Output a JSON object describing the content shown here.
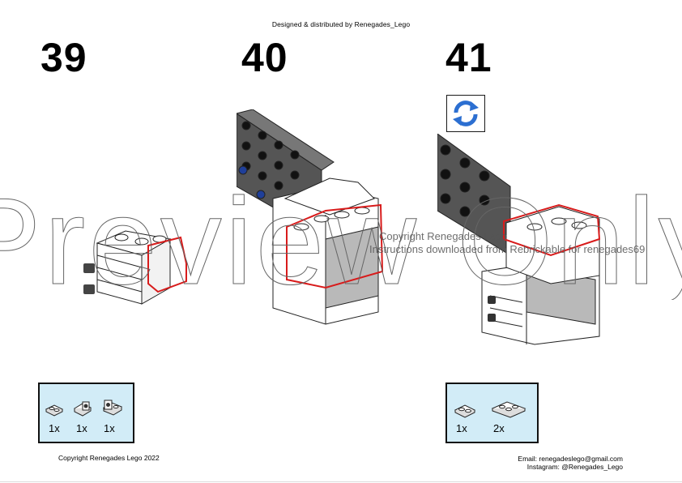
{
  "header": {
    "text": "Designed & distributed by Renegades_Lego"
  },
  "steps": [
    {
      "number": "39"
    },
    {
      "number": "40"
    },
    {
      "number": "41"
    }
  ],
  "rotate_icon": {
    "icon": "rotate-arrows-icon",
    "color": "#2c6fd1"
  },
  "parts": {
    "step39": [
      {
        "qty": "1x",
        "icon": "plate-1x2-icon"
      },
      {
        "qty": "1x",
        "icon": "bracket-plate-icon"
      },
      {
        "qty": "1x",
        "icon": "bracket-plate-icon"
      }
    ],
    "step41": [
      {
        "qty": "1x",
        "icon": "plate-1x2-icon"
      },
      {
        "qty": "2x",
        "icon": "plate-1x3-icon"
      }
    ]
  },
  "watermark": {
    "big": "Preview Only",
    "line1": "Copyright Renegades Lego",
    "line2": "Instructions downloaded from Rebrickable for renegades69"
  },
  "footer": {
    "copyright": "Copyright Renegades Lego 2022",
    "email": "Email: renegadeslego@gmail.com",
    "instagram": "Instagram: @Renegades_Lego"
  },
  "colors": {
    "parts_bg": "#d2ecf7",
    "highlight": "#d81b1b",
    "dark_grey": "#555555",
    "light_grey": "#b9b9b9"
  }
}
